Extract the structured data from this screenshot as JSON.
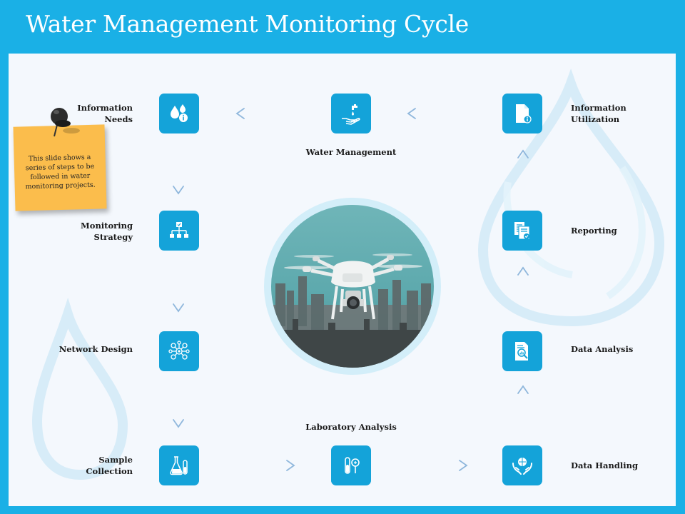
{
  "title": "Water Management Monitoring Cycle",
  "note": {
    "text": "This slide shows a series of steps to be followed in water monitoring projects."
  },
  "center_image": "drone-photo",
  "steps": {
    "information_needs": {
      "line1": "Information",
      "line2": "Needs",
      "icon": "water-drops-info-icon"
    },
    "water_management": {
      "label": "Water Management",
      "icon": "hand-water-tap-icon"
    },
    "information_utilization": {
      "line1": "Information",
      "line2": "Utilization",
      "icon": "document-info-icon"
    },
    "monitoring_strategy": {
      "line1": "Monitoring",
      "line2": "Strategy",
      "icon": "hierarchy-chart-icon"
    },
    "reporting": {
      "label": "Reporting",
      "icon": "report-check-icon"
    },
    "network_design": {
      "label": "Network Design",
      "icon": "network-icon"
    },
    "data_analysis": {
      "label": "Data Analysis",
      "icon": "document-magnifier-icon"
    },
    "sample_collection": {
      "line1": "Sample",
      "line2": "Collection",
      "icon": "lab-flasks-icon"
    },
    "laboratory_analysis": {
      "label": "Laboratory Analysis",
      "icon": "test-tube-icon"
    },
    "data_handling": {
      "label": "Data Handling",
      "icon": "hands-globe-icon"
    }
  },
  "colors": {
    "header": "#1ab0e6",
    "node": "#14a3d9",
    "arrow": "#8fb7dc",
    "note": "#fbbd4c"
  }
}
